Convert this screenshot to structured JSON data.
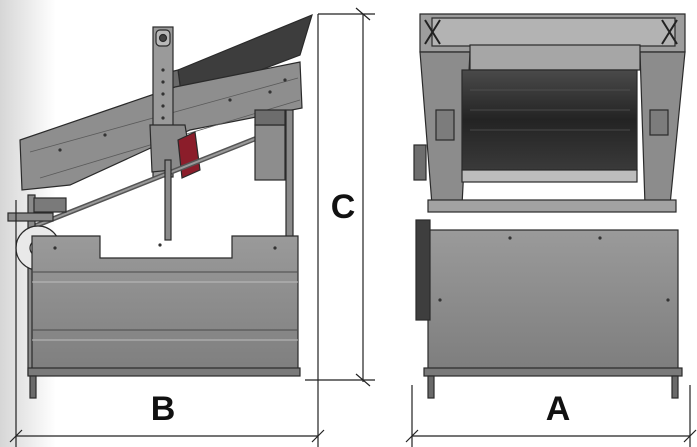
{
  "dimensions": {
    "width_label": "A",
    "depth_label": "B",
    "height_label": "C"
  },
  "colors": {
    "body": "#8c8c8c",
    "body_dark": "#555555",
    "body_light": "#b4b4b4",
    "outline": "#2a2a2a",
    "belt": "#2e2e2e",
    "accent_red": "#8b1d2a",
    "dimension_line": "#222222",
    "background_wash": "#dedede"
  }
}
